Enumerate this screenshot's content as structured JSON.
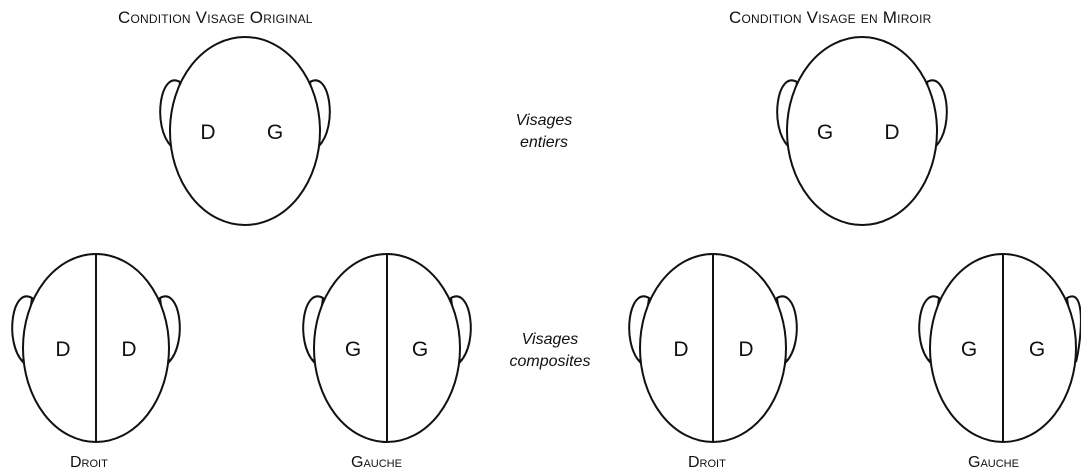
{
  "titles": {
    "original": "Condition Visage Original",
    "mirror": "Condition Visage en Miroir"
  },
  "notes": {
    "whole_line1": "Visages",
    "whole_line2": "entiers",
    "composite_line1": "Visages",
    "composite_line2": "composites"
  },
  "faces": {
    "original_whole": {
      "left": "D",
      "right": "G"
    },
    "mirror_whole": {
      "left": "G",
      "right": "D"
    },
    "original_right": {
      "left": "D",
      "right": "D",
      "caption": "Droit"
    },
    "original_left": {
      "left": "G",
      "right": "G",
      "caption": "Gauche"
    },
    "mirror_right": {
      "left": "D",
      "right": "D",
      "caption": "Droit"
    },
    "mirror_left": {
      "left": "G",
      "right": "G",
      "caption": "Gauche"
    }
  }
}
